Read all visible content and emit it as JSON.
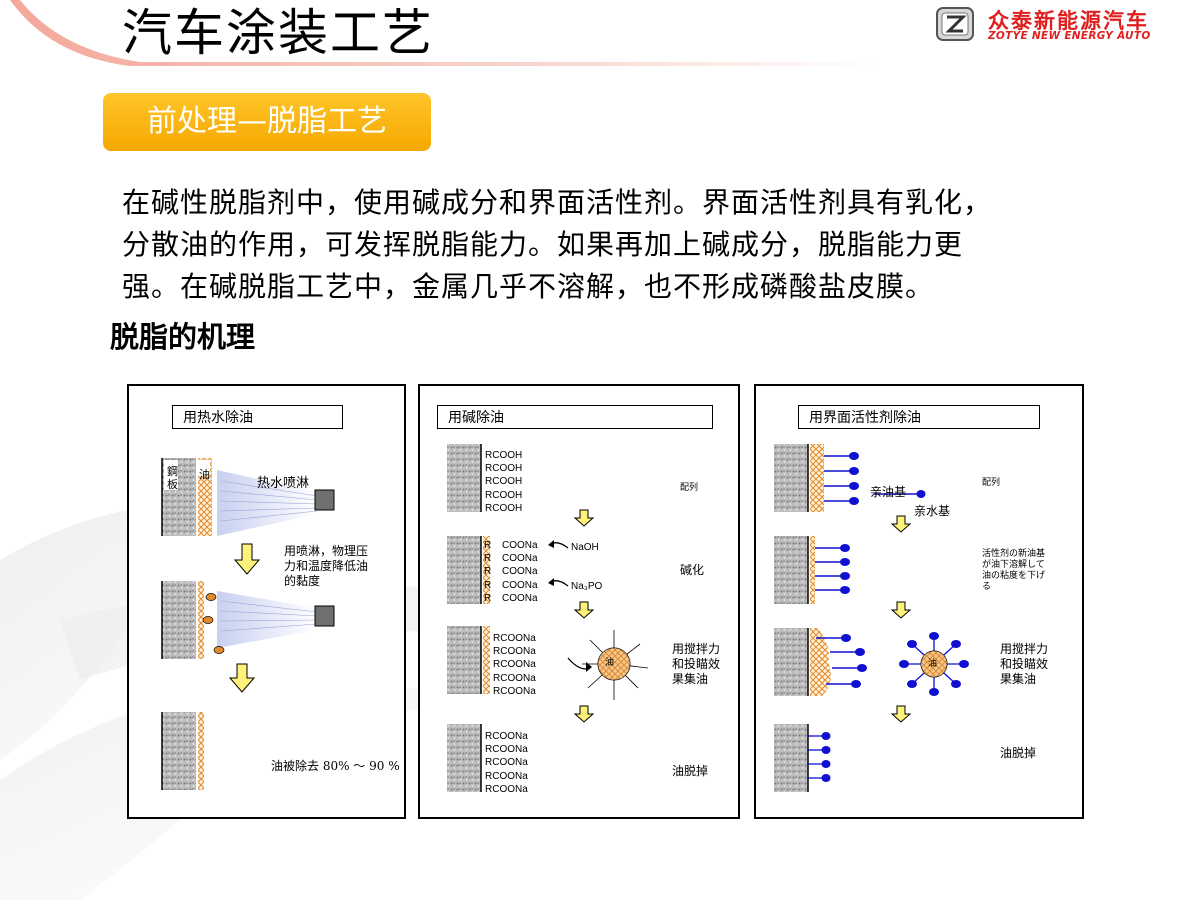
{
  "header": {
    "title": "汽车涂装工艺",
    "logo_cn": "众泰新能源汽车",
    "logo_en": "ZOTYE NEW ENERGY AUTO"
  },
  "section_tag": "前处理—脱脂工艺",
  "intro_lines": [
    "在碱性脱脂剂中，使用碱成分和界面活性剂。界面活性剂具有乳化，",
    "分散油的作用，可发挥脱脂能力。如果再加上碱成分，脱脂能力更",
    "强。在碱脱脂工艺中，金属几乎不溶解，也不形成磷酸盐皮膜。"
  ],
  "mechanism_title": "脱脂的机理",
  "panel_hot": {
    "heading": "用热水除油",
    "steel_label": "鋼板",
    "oil_label": "油",
    "spray_label": "热水喷淋",
    "desc_lines": [
      "用喷淋，物理压",
      "力和温度降低油",
      "的黏度"
    ],
    "result": "油被除去 80% ～ 90 %"
  },
  "panel_alkali": {
    "heading": "用碱除油",
    "rcooh": [
      "RCOOH",
      "RCOOH",
      "RCOOH",
      "RCOOH",
      "RCOOH"
    ],
    "r_col": [
      "R",
      "R",
      "R",
      "R",
      "R"
    ],
    "coona": [
      "COONa",
      "COONa",
      "COONa",
      "COONa",
      "COONa"
    ],
    "naoh": "NaOH",
    "na3po": "Na₃PO",
    "rcoona": [
      "RCOONa",
      "RCOONa",
      "RCOONa",
      "RCOONa",
      "RCOONa"
    ],
    "micelle_center": "油",
    "step1": "配列",
    "step2": "碱化",
    "step3_lines": [
      "用搅拌力",
      "和投瞄效",
      "果集油"
    ],
    "step4": "油脱掉"
  },
  "panel_surf": {
    "heading": "用界面活性剂除油",
    "lipophilic": "亲油基",
    "hydrophilic": "亲水基",
    "step1": "配列",
    "step2_lines": [
      "活性剂の新油基",
      "が油下溶解して",
      "油の粘度を下げ",
      "る"
    ],
    "micelle_center": "油",
    "step3_lines": [
      "用搅拌力",
      "和投瞄效",
      "果集油"
    ],
    "step4": "油脱掉"
  },
  "colors": {
    "accent_tag": "#f5a800",
    "logo_red": "#e02020",
    "oil": "#e08a2a",
    "arrow_yellow": "#fff27a",
    "surfactant_blue": "#1010d0"
  }
}
